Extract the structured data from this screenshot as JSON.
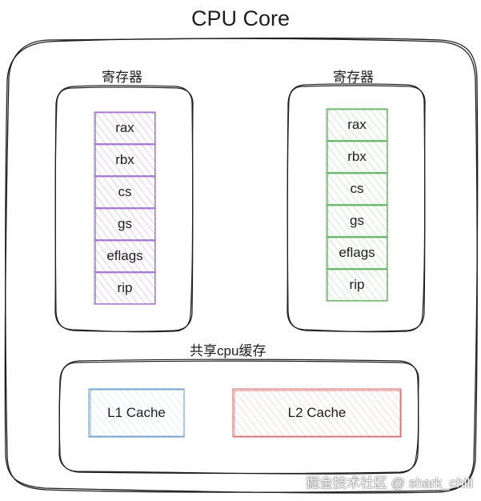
{
  "title": "CPU Core",
  "register_groups": [
    {
      "label": "寄存器",
      "registers": [
        "rax",
        "rbx",
        "cs",
        "gs",
        "eflags",
        "rip"
      ],
      "color": "#9c6bc7",
      "fill": "#f3eafa"
    },
    {
      "label": "寄存器",
      "registers": [
        "rax",
        "rbx",
        "cs",
        "gs",
        "eflags",
        "rip"
      ],
      "color": "#5cae5c",
      "fill": "#eaf7ea"
    }
  ],
  "cache_group": {
    "label": "共享cpu缓存",
    "l1": {
      "label": "L1 Cache",
      "color": "#6c9bc9",
      "fill": "#eef5fb"
    },
    "l2": {
      "label": "L2 Cache",
      "color": "#d46a6a",
      "fill": "#fbecec"
    }
  },
  "watermark": "掘金技术社区 @ shark_chili",
  "colors": {
    "outline": "#1e1e1e",
    "background": "#ffffff"
  }
}
